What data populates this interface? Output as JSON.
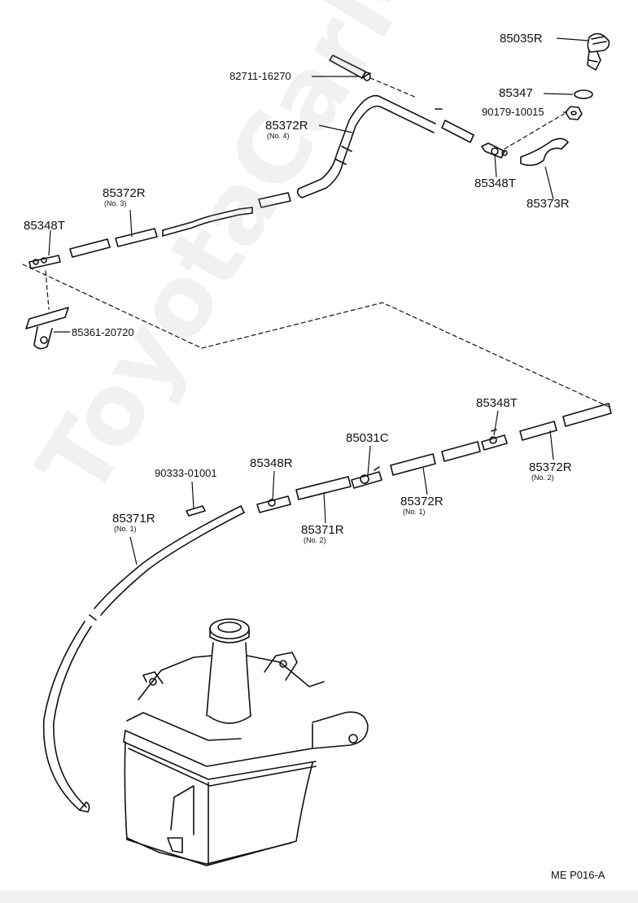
{
  "labels": {
    "p85035R": "85035R",
    "p82711": "82711-16270",
    "p85347": "85347",
    "p90179": "90179-10015",
    "p85372R_no4": "85372R",
    "p85372R_no4_sub": "(No. 4)",
    "p85372R_no3": "85372R",
    "p85372R_no3_sub": "(No. 3)",
    "p85348T_top_right": "85348T",
    "p85373R": "85373R",
    "p85348T_left": "85348T",
    "p85361": "85361-20720",
    "p85348T_lower_right": "85348T",
    "p85031C": "85031C",
    "p90333": "90333-01001",
    "p85348R": "85348R",
    "p85372R_no2": "85372R",
    "p85372R_no2_sub": "(No. 2)",
    "p85372R_no1": "85372R",
    "p85372R_no1_sub": "(No. 1)",
    "p85371R_no1": "85371R",
    "p85371R_no1_sub": "(No. 1)",
    "p85371R_no2": "85371R",
    "p85371R_no2_sub": "(No. 2)"
  },
  "diagram_code": "ME P016-A",
  "watermark": "ToyotaCarMine.ru"
}
